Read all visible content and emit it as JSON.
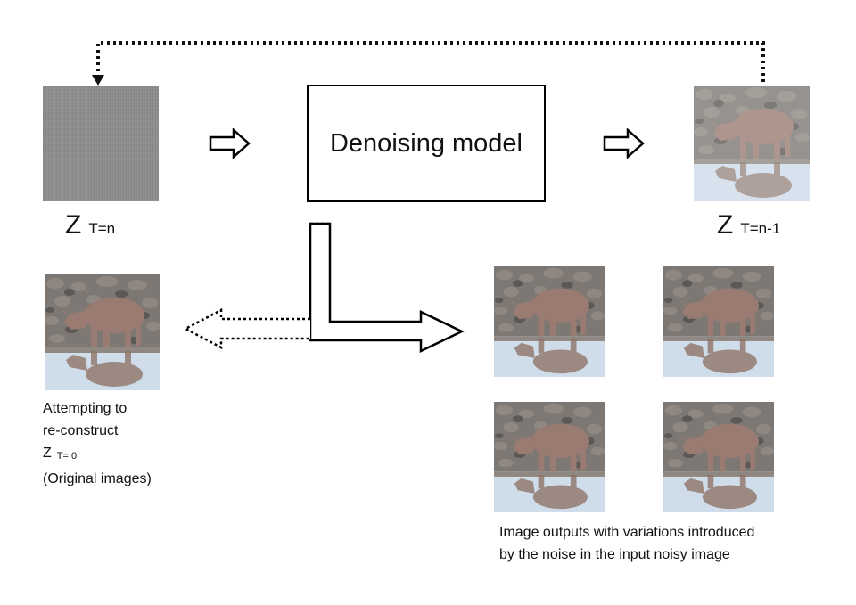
{
  "model": {
    "label": "Denoising model"
  },
  "z_input": {
    "symbol": "Z",
    "subscript": "T=n"
  },
  "z_output": {
    "symbol": "Z",
    "subscript": "T=n-1"
  },
  "reconstruct_caption": {
    "line1": "Attempting to",
    "line2": "re-construct",
    "z_symbol": "Z",
    "z_subscript": "T= 0",
    "line4": "(Original images)"
  },
  "outputs_caption": {
    "line1": "Image outputs with variations introduced",
    "line2": "by the noise in the input noisy image"
  },
  "colors": {
    "noise": "#8c8c8c",
    "sky_water": "#cfdcea",
    "rhino": "#9a7b72",
    "rocks": "#6e6a66"
  }
}
